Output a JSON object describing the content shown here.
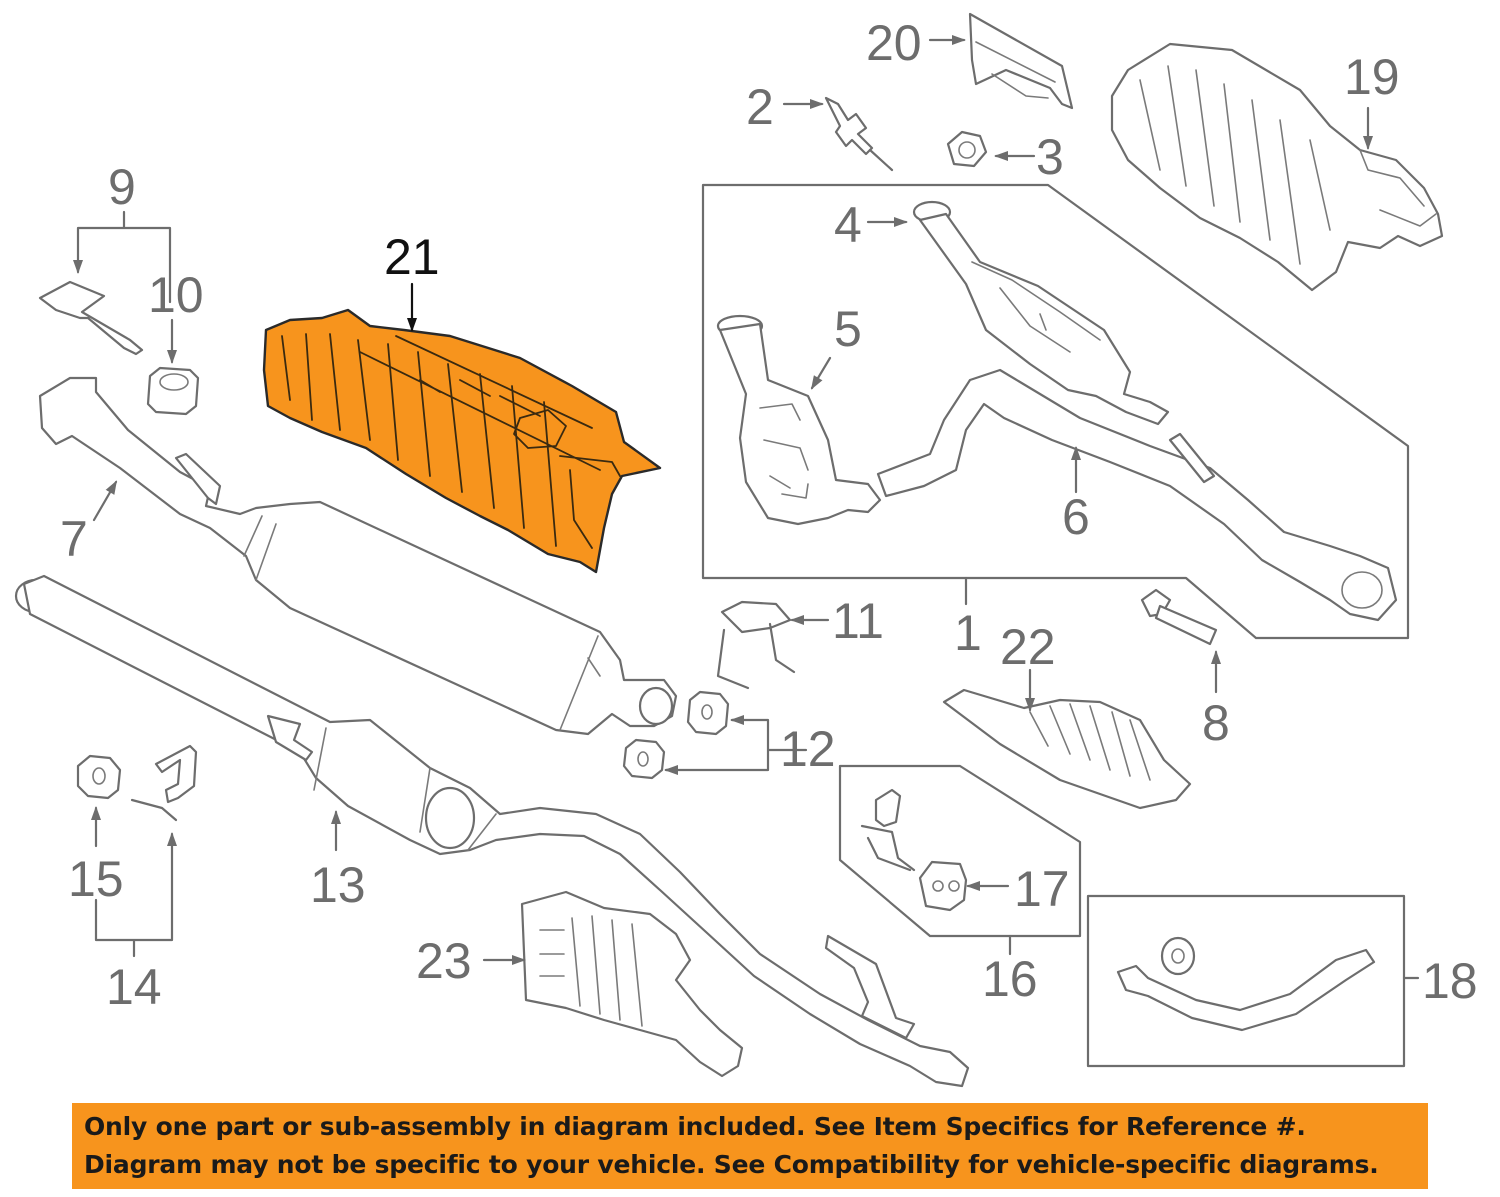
{
  "callouts": {
    "c1": "1",
    "c2": "2",
    "c3": "3",
    "c4": "4",
    "c5": "5",
    "c6": "6",
    "c7": "7",
    "c8": "8",
    "c9": "9",
    "c10": "10",
    "c11": "11",
    "c12": "12",
    "c13": "13",
    "c14": "14",
    "c15": "15",
    "c16": "16",
    "c17": "17",
    "c18": "18",
    "c19": "19",
    "c20": "20",
    "c21": "21",
    "c22": "22",
    "c23": "23"
  },
  "highlighted_part": "21",
  "colors": {
    "highlight": "#f7941d",
    "line": "#6d6d6d",
    "banner": "#f7941d"
  },
  "banner": {
    "line1": "Only one part or sub-assembly in diagram included. See Item Specifics for Reference #.",
    "line2": "Diagram may not be specific to your vehicle. See Compatibility for vehicle-specific diagrams."
  }
}
